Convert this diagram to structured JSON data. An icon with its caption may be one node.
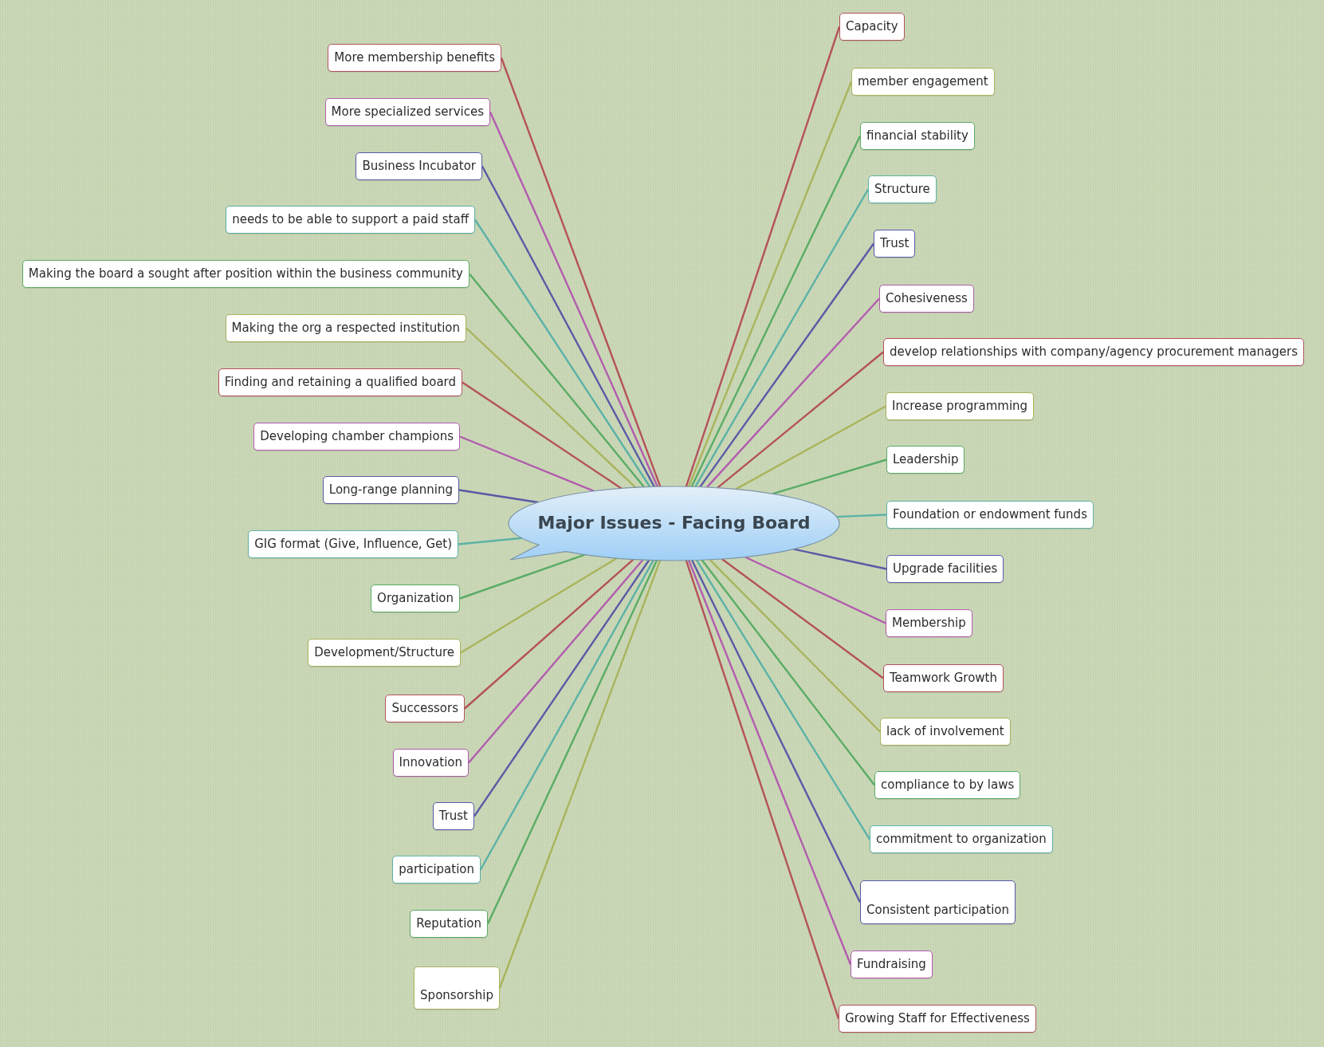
{
  "diagram": {
    "nodes": [
      {
        "text": [
          "Major Issues - Facing Board"
        ]
      },
      {
        "text": [
          "More membership benefits"
        ]
      },
      {
        "text": [
          "More specialized services"
        ]
      },
      {
        "text": [
          "Business Incubator"
        ]
      },
      {
        "text": [
          "needs to be able to support a paid staff"
        ]
      },
      {
        "text": [
          "Making the board a sought after position within the business community"
        ]
      },
      {
        "text": [
          "Making the org a respected institution"
        ]
      },
      {
        "text": [
          "Finding and retaining a qualified board"
        ]
      },
      {
        "text": [
          "Developing chamber champions"
        ]
      },
      {
        "text": [
          "Long-range planning"
        ]
      },
      {
        "text": [
          "GIG format (Give, Influence, Get)"
        ]
      },
      {
        "text": [
          "Organization"
        ]
      },
      {
        "text": [
          "Development/Structure"
        ]
      },
      {
        "text": [
          "Successors"
        ]
      },
      {
        "text": [
          "Innovation"
        ]
      },
      {
        "text": [
          "Trust"
        ]
      },
      {
        "text": [
          "participation"
        ]
      },
      {
        "text": [
          "Reputation"
        ]
      },
      {
        "text": [
          "Sponsorship"
        ]
      },
      {
        "text": [
          "Capacity"
        ]
      },
      {
        "text": [
          "member engagement"
        ]
      },
      {
        "text": [
          "financial stability"
        ]
      },
      {
        "text": [
          "Structure"
        ]
      },
      {
        "text": [
          "Trust"
        ]
      },
      {
        "text": [
          "Cohesiveness"
        ]
      },
      {
        "text": [
          "develop relationships with company/agency procurement managers"
        ]
      },
      {
        "text": [
          "Increase programming"
        ]
      },
      {
        "text": [
          "Leadership"
        ]
      },
      {
        "text": [
          "Foundation or endowment funds"
        ]
      },
      {
        "text": [
          "Upgrade facilities"
        ]
      },
      {
        "text": [
          "Membership"
        ]
      },
      {
        "text": [
          "Teamwork Growth"
        ]
      },
      {
        "text": [
          "lack of involvement"
        ]
      },
      {
        "text": [
          "compliance to by laws"
        ]
      },
      {
        "text": [
          "commitment to organization"
        ]
      },
      {
        "text": [
          "Consistent participation"
        ]
      },
      {
        "text": [
          "Fundraising"
        ]
      },
      {
        "text": [
          "Growing Staff for Effectiveness"
        ]
      }
    ],
    "edges": [
      {
        "from": 0,
        "to": 1,
        "arrow": "none",
        "color": "#b4525c"
      },
      {
        "from": 0,
        "to": 2,
        "arrow": "none",
        "color": "#b25cae"
      },
      {
        "from": 0,
        "to": 3,
        "arrow": "none",
        "color": "#5a5aa6"
      },
      {
        "from": 0,
        "to": 4,
        "arrow": "none",
        "color": "#5cb2a6"
      },
      {
        "from": 0,
        "to": 5,
        "arrow": "none",
        "color": "#5aac66"
      },
      {
        "from": 0,
        "to": 6,
        "arrow": "none",
        "color": "#aab45c"
      },
      {
        "from": 0,
        "to": 7,
        "arrow": "none",
        "color": "#b4525c"
      },
      {
        "from": 0,
        "to": 8,
        "arrow": "none",
        "color": "#b25cae"
      },
      {
        "from": 0,
        "to": 9,
        "arrow": "none",
        "color": "#5a5aa6"
      },
      {
        "from": 0,
        "to": 10,
        "arrow": "none",
        "color": "#5cb2a6"
      },
      {
        "from": 0,
        "to": 11,
        "arrow": "none",
        "color": "#5aac66"
      },
      {
        "from": 0,
        "to": 12,
        "arrow": "none",
        "color": "#aab45c"
      },
      {
        "from": 0,
        "to": 13,
        "arrow": "none",
        "color": "#b4525c"
      },
      {
        "from": 0,
        "to": 14,
        "arrow": "none",
        "color": "#b25cae"
      },
      {
        "from": 0,
        "to": 15,
        "arrow": "none",
        "color": "#5a5aa6"
      },
      {
        "from": 0,
        "to": 16,
        "arrow": "none",
        "color": "#5cb2a6"
      },
      {
        "from": 0,
        "to": 17,
        "arrow": "none",
        "color": "#5aac66"
      },
      {
        "from": 0,
        "to": 18,
        "arrow": "none",
        "color": "#aab45c"
      },
      {
        "from": 0,
        "to": 19,
        "arrow": "none",
        "color": "#b4525c"
      },
      {
        "from": 0,
        "to": 20,
        "arrow": "none",
        "color": "#aab45c"
      },
      {
        "from": 0,
        "to": 21,
        "arrow": "none",
        "color": "#5aac66"
      },
      {
        "from": 0,
        "to": 22,
        "arrow": "none",
        "color": "#5cb2a6"
      },
      {
        "from": 0,
        "to": 23,
        "arrow": "none",
        "color": "#5a5aa6"
      },
      {
        "from": 0,
        "to": 24,
        "arrow": "none",
        "color": "#b25cae"
      },
      {
        "from": 0,
        "to": 25,
        "arrow": "none",
        "color": "#b4525c"
      },
      {
        "from": 0,
        "to": 26,
        "arrow": "none",
        "color": "#aab45c"
      },
      {
        "from": 0,
        "to": 27,
        "arrow": "none",
        "color": "#5aac66"
      },
      {
        "from": 0,
        "to": 28,
        "arrow": "none",
        "color": "#5cb2a6"
      },
      {
        "from": 0,
        "to": 29,
        "arrow": "none",
        "color": "#5a5aa6"
      },
      {
        "from": 0,
        "to": 30,
        "arrow": "none",
        "color": "#b25cae"
      },
      {
        "from": 0,
        "to": 31,
        "arrow": "none",
        "color": "#b4525c"
      },
      {
        "from": 0,
        "to": 32,
        "arrow": "none",
        "color": "#aab45c"
      },
      {
        "from": 0,
        "to": 33,
        "arrow": "none",
        "color": "#5aac66"
      },
      {
        "from": 0,
        "to": 34,
        "arrow": "none",
        "color": "#5cb2a6"
      },
      {
        "from": 0,
        "to": 35,
        "arrow": "none",
        "color": "#5a5aa6"
      },
      {
        "from": 0,
        "to": 36,
        "arrow": "none",
        "color": "#b25cae"
      },
      {
        "from": 0,
        "to": 37,
        "arrow": "none",
        "color": "#b4525c"
      }
    ]
  }
}
